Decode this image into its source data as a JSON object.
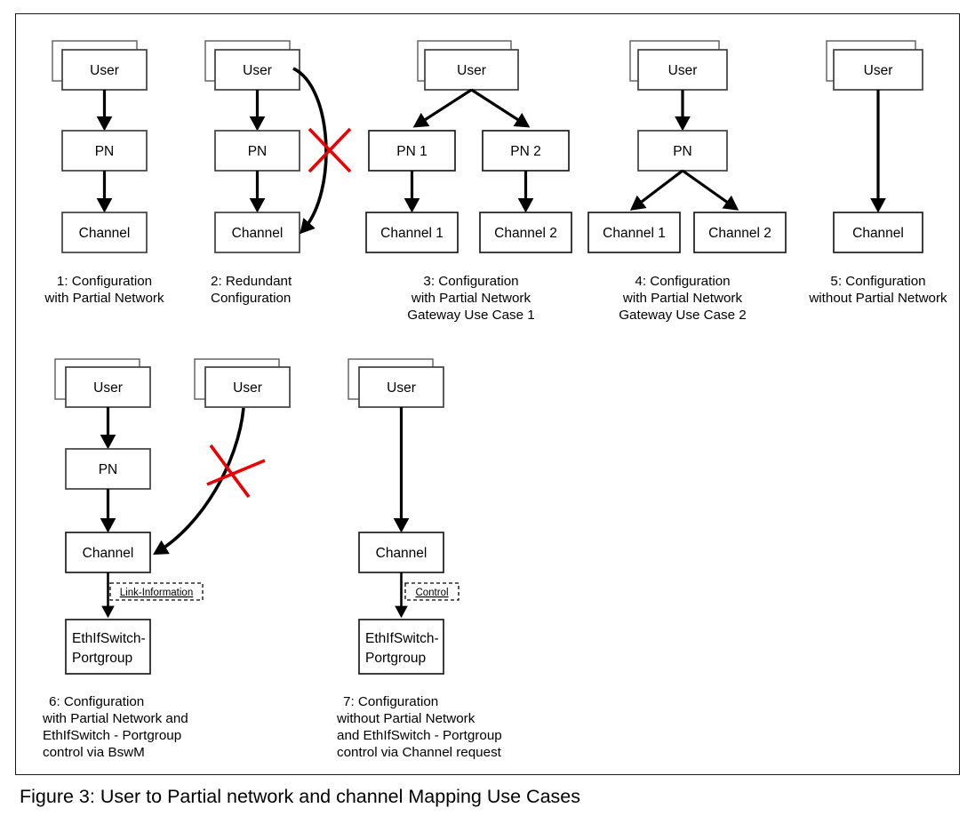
{
  "figure": {
    "caption": "Figure 3: User to Partial network and channel Mapping Use Cases"
  },
  "labels": {
    "user": "User",
    "pn": "PN",
    "pn_1": "PN 1",
    "pn_2": "PN 2",
    "channel": "Channel",
    "channel_1": "Channel 1",
    "channel_2": "Channel 2",
    "ethifswitch_line1": "EthIfSwitch-",
    "ethifswitch_line2": "Portgroup",
    "link_information": "Link-Information",
    "control": "Control"
  },
  "use_cases": [
    {
      "id": 1,
      "caption_lines": [
        "1: Configuration",
        "with Partial Network"
      ],
      "caption_align": "center",
      "nodes": [
        "User",
        "PN",
        "Channel"
      ],
      "has_red_cross": false
    },
    {
      "id": 2,
      "caption_lines": [
        "2: Redundant",
        "Configuration"
      ],
      "caption_align": "left",
      "nodes": [
        "User",
        "PN",
        "Channel"
      ],
      "has_red_cross": true
    },
    {
      "id": 3,
      "caption_lines": [
        "3: Configuration",
        "with Partial Network",
        "Gateway Use Case 1"
      ],
      "caption_align": "center",
      "nodes": [
        "User",
        "PN 1",
        "PN 2",
        "Channel 1",
        "Channel 2"
      ],
      "has_red_cross": false
    },
    {
      "id": 4,
      "caption_lines": [
        "4: Configuration",
        "with Partial Network",
        "Gateway Use Case 2"
      ],
      "caption_align": "center",
      "nodes": [
        "User",
        "PN",
        "Channel 1",
        "Channel 2"
      ],
      "has_red_cross": false
    },
    {
      "id": 5,
      "caption_lines": [
        "5: Configuration",
        "without Partial Network"
      ],
      "caption_align": "center",
      "nodes": [
        "User",
        "Channel"
      ],
      "has_red_cross": false
    },
    {
      "id": 6,
      "caption_lines": [
        "6: Configuration",
        "with Partial Network and",
        "EthIfSwitch - Portgroup",
        "control via BswM"
      ],
      "caption_align": "left",
      "nodes": [
        "User",
        "User",
        "PN",
        "Channel",
        "EthIfSwitch-Portgroup"
      ],
      "edge_label": "Link-Information",
      "has_red_cross": true
    },
    {
      "id": 7,
      "caption_lines": [
        "7: Configuration",
        "without Partial Network",
        "and EthIfSwitch - Portgroup",
        "control via Channel request"
      ],
      "caption_align": "left",
      "nodes": [
        "User",
        "Channel",
        "EthIfSwitch-Portgroup"
      ],
      "edge_label": "Control",
      "has_red_cross": false
    }
  ],
  "colors": {
    "cross_red": "#ee0000",
    "box_stroke": "#3f3f3f",
    "arrow_black": "#000000",
    "frame": "#1a1a1a",
    "background": "#ffffff"
  }
}
